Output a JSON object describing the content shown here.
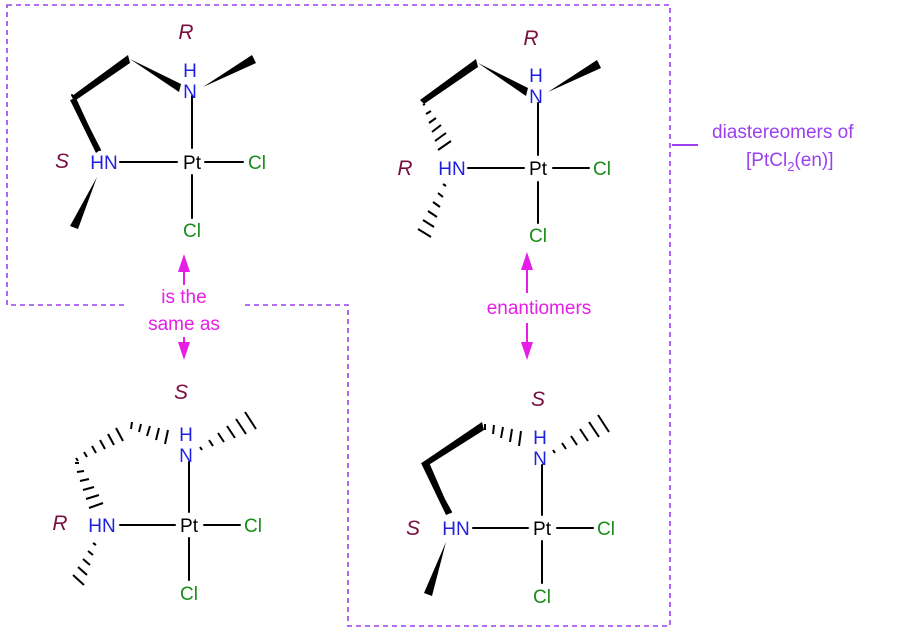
{
  "colors": {
    "nitrogen": "#1f1fe0",
    "chlorine": "#1a8c1a",
    "stereo_label": "#7a1040",
    "arrow_text": "#e61ee6",
    "dashed_box": "#9b3ff0",
    "bond": "#000000"
  },
  "annotations": {
    "diastereomers_line1": "diastereomers of",
    "diastereomers_line2_prefix": "[PtCl",
    "diastereomers_line2_sub": "2",
    "diastereomers_line2_suffix": "(en)]",
    "same_line1": "is the",
    "same_line2": "same as",
    "enantiomers": "enantiomers"
  },
  "molecules": [
    {
      "id": "top-left",
      "n_upper_config": "R",
      "n_lower_config": "S"
    },
    {
      "id": "top-right",
      "n_upper_config": "R",
      "n_lower_config": "R"
    },
    {
      "id": "bottom-left",
      "n_upper_config": "S",
      "n_lower_config": "R"
    },
    {
      "id": "bottom-right",
      "n_upper_config": "S",
      "n_lower_config": "S"
    }
  ],
  "atoms": {
    "pt": "Pt",
    "cl": "Cl",
    "h": "H",
    "n": "N",
    "hn": "HN"
  },
  "icons": {
    "arrow": "double-headed-arrow-icon"
  }
}
